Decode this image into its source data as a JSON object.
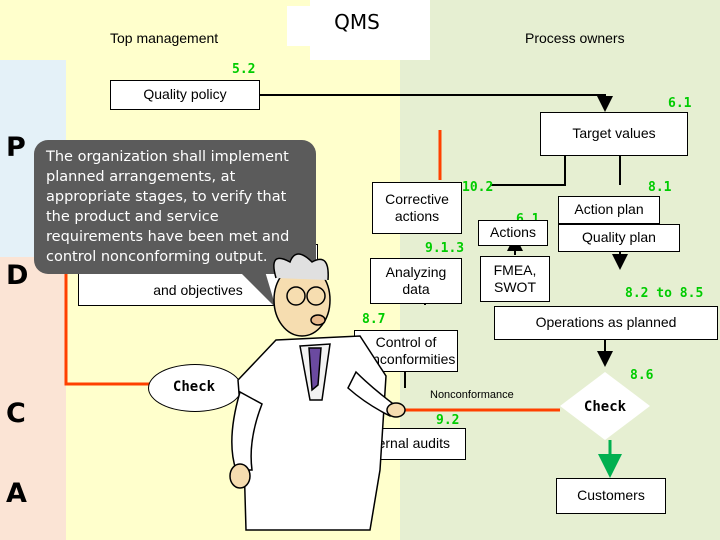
{
  "slide": {
    "header": {
      "top_management": "Top management",
      "title": "QMS",
      "process_owners": "Process owners"
    },
    "pdca": [
      "P",
      "D",
      "C",
      "A"
    ],
    "clauses": {
      "c52": "5.2",
      "c61_top": "6.1",
      "c81": "8.1",
      "c102": "10.2",
      "c61": "6.1",
      "c913": "9.1.3",
      "c87": "8.7",
      "c82_85": "8.2 to  8.5",
      "c86": "8.6",
      "c92": "9.2"
    },
    "boxes": {
      "quality_policy": "Quality policy",
      "target_values": "Target values",
      "action_plan": "Action plan",
      "quality_plan": "Quality plan",
      "corrective_actions": "Corrective actions",
      "actions": "Actions",
      "analyzing_data": "Analyzing data",
      "fmea_swot": "FMEA, SWOT",
      "objectives": "and objectives",
      "operations": "Operations as planned",
      "control_nonconformities": "Control of nonconformities",
      "check_left": "Check",
      "check_right": "Check",
      "nonconformance": "Nonconformance",
      "internal_audits": "Internal audits",
      "customers": "Customers"
    },
    "callout": "The organization shall implement planned arrangements, at appropriate stages, to verify that the product and service requirements have been met and control nonconforming output."
  },
  "colors": {
    "yellow_band": "#ffffcc",
    "green_band": "#e6efd2",
    "blue_band": "#e4f1f8",
    "pink_band": "#fbe4d5",
    "orange_line": "#ff4000",
    "green_arrow": "#00b050",
    "clause_green": "#00cc00",
    "callout_bg": "#5b5b5b"
  }
}
